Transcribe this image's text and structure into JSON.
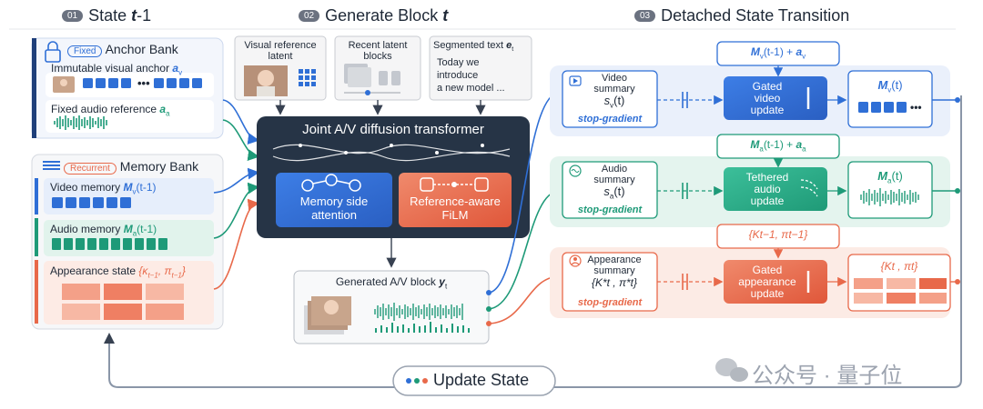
{
  "colors": {
    "blue": "#2f6fd6",
    "green": "#1e9a78",
    "orange": "#e8694a",
    "dark": "#263446",
    "gray": "#6b7280"
  },
  "state": {
    "badge": "01",
    "title": "State",
    "title_math": "t",
    "title_suffix": "-1",
    "anchor": {
      "pill": "Fixed",
      "title": "Anchor Bank",
      "visual_label": "Immutable visual anchor",
      "visual_sym": "a",
      "visual_sub": "v",
      "audio_label": "Fixed audio reference",
      "audio_sym": "a",
      "audio_sub": "a"
    },
    "memory": {
      "pill": "Recurrent",
      "title": "Memory Bank",
      "video_label": "Video memory",
      "video_sym": "M",
      "video_sub": "v",
      "video_arg": "(t-1)",
      "audio_label": "Audio memory",
      "audio_sym": "M",
      "audio_sub": "a",
      "audio_arg": "(t-1)",
      "appearance_label": "Appearance state",
      "appearance_sym": "{κ",
      "appearance_sub1": "t−1",
      "appearance_mid": ", π",
      "appearance_sub2": "t−1",
      "appearance_end": "}"
    }
  },
  "generate": {
    "badge": "02",
    "title": "Generate Block",
    "title_math": "t",
    "visual_ref": {
      "line1": "Visual reference",
      "line2": "latent"
    },
    "recent": {
      "line1": "Recent latent",
      "line2": "blocks"
    },
    "text": {
      "title": "Segmented text",
      "sym": "e",
      "sub": "t",
      "words": [
        "Today  we",
        "introduce",
        "a new model ..."
      ]
    },
    "transformer": "Joint A/V diffusion transformer",
    "memory_attn": {
      "line1": "Memory side",
      "line2": "attention"
    },
    "film": {
      "line1": "Reference-aware",
      "line2": "FiLM"
    },
    "output": {
      "label": "Generated A/V block",
      "sym": "y",
      "sub": "t"
    }
  },
  "transition": {
    "badge": "03",
    "title": "Detached State Transition",
    "video": {
      "formula_pre": "M",
      "formula_sub": "v",
      "formula_post": "(t-1) + ",
      "formula_sym": "a",
      "formula_sym_sub": "v",
      "summary1": "Video",
      "summary2": "summary",
      "sym": "s",
      "sub": "v",
      "arg": "(t)",
      "sg": "stop-gradient",
      "update1": "Gated",
      "update2": "video",
      "update3": "update",
      "out_sym": "M",
      "out_sub": "v",
      "out_arg": "(t)"
    },
    "audio": {
      "formula_pre": "M",
      "formula_sub": "a",
      "formula_post": "(t-1) + ",
      "formula_sym": "a",
      "formula_sym_sub": "a",
      "summary1": "Audio",
      "summary2": "summary",
      "sym": "s",
      "sub": "a",
      "arg": "(t)",
      "sg": "stop-gradient",
      "update1": "Tethered",
      "update2": "audio",
      "update3": "update",
      "out_sym": "M",
      "out_sub": "a",
      "out_arg": "(t)"
    },
    "appearance": {
      "formula": "{Kt−1, πt−1}",
      "summary1": "Appearance",
      "summary2": "summary",
      "sym": "{K*t , π*t}",
      "sg": "stop-gradient",
      "update1": "Gated",
      "update2": "appearance",
      "update3": "update",
      "out": "{Kt , πt}"
    }
  },
  "footer": {
    "update": "Update State",
    "watermark": "公众号 · 量子位"
  }
}
